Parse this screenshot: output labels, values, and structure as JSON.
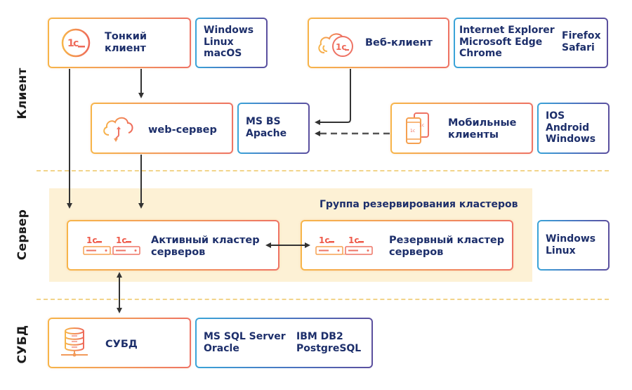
{
  "tiers": {
    "client": "Клиент",
    "server": "Сервер",
    "dbms": "СУБД"
  },
  "client": {
    "thin_client": {
      "title": "Тонкий\nклиент",
      "icon": "1c-logo-icon",
      "platforms": "Windows\nLinux\nmacOS"
    },
    "web_client": {
      "title": "Веб-клиент",
      "icon": "cloud-1c-icon",
      "browsers_col1": "Internet Explorer\nMicrosoft Edge\nChrome",
      "browsers_col2": "Firefox\nSafari"
    },
    "web_server": {
      "title": "web-сервер",
      "icon": "cloud-sync-icon",
      "platforms": "MS BS\nApache"
    },
    "mobile_clients": {
      "title": "Мобильные\nклиенты",
      "icon": "smartphones-icon",
      "platforms": "IOS\nAndroid\nWindows"
    }
  },
  "server": {
    "group_title": "Группа резервирования кластеров",
    "active_cluster": {
      "title": "Активный кластер\nсерверов",
      "icon": "server-cluster-icon"
    },
    "reserve_cluster": {
      "title": "Резервный кластер\nсерверов",
      "icon": "server-cluster-icon"
    },
    "platforms": "Windows\nLinux"
  },
  "dbms": {
    "title": "СУБД",
    "icon": "database-icon",
    "engines_col1": "MS SQL Server\nOracle",
    "engines_col2": "IBM DB2\nPostgreSQL"
  },
  "colors": {
    "text_dark_blue": "#1d2f6b",
    "component_border_start": "#f7b54a",
    "component_border_end": "#ee7364",
    "platform_border_start": "#3aa4d8",
    "platform_border_end": "#5b4f9e",
    "server_group_bg": "#fdf1d5",
    "divider": "#f2d48a",
    "arrow": "#333333"
  }
}
